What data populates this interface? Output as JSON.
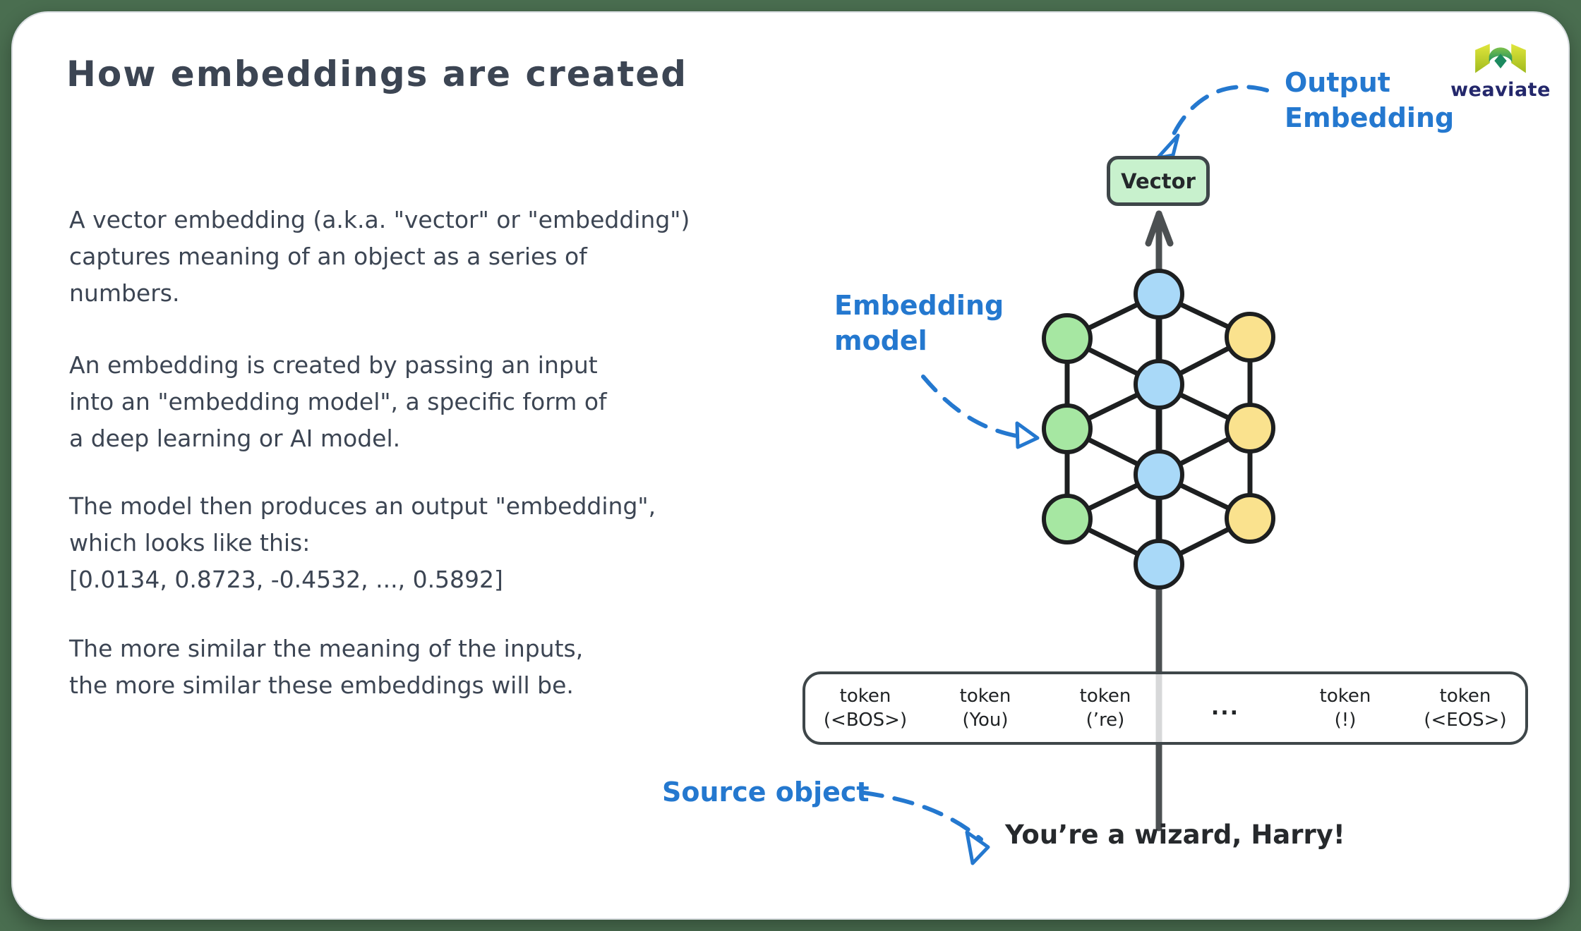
{
  "slide": {
    "title": "How embeddings are created",
    "paragraphs": [
      "A vector embedding (a.k.a. \"vector\" or \"embedding\")\ncaptures meaning of an object as a series of\nnumbers.",
      "An embedding is created by passing an input\ninto an \"embedding model\", a specific form of\na deep learning or AI model.",
      "The model then produces an output \"embedding\",\nwhich looks like this:\n[0.0134, 0.8723, -0.4532, ..., 0.5892]",
      "The more similar the meaning of the inputs,\nthe more similar these embeddings will be."
    ]
  },
  "diagram": {
    "vector_label": "Vector",
    "labels": {
      "output_embedding": "Output\nEmbedding",
      "embedding_model": "Embedding\nmodel",
      "source_object": "Source object"
    },
    "source_text": "You’re a wizard, Harry!",
    "tokens": [
      {
        "label": "token",
        "value": "(<BOS>)"
      },
      {
        "label": "token",
        "value": "(You)"
      },
      {
        "label": "token",
        "value": "(’re)"
      },
      {
        "label": "...",
        "value": ""
      },
      {
        "label": "token",
        "value": "(!)"
      },
      {
        "label": "token",
        "value": "(<EOS>)"
      }
    ],
    "colors": {
      "background": "#4a6e50",
      "accent_blue": "#2478cf",
      "arrow_gray": "#4c5052",
      "edge_black": "#1d1f20",
      "node_green": "#a6e7a2",
      "node_blue": "#a9d9f8",
      "node_yellow": "#fae28e",
      "vector_fill": "#c8f1cd"
    }
  },
  "branding": {
    "logo_text": "weaviate"
  }
}
